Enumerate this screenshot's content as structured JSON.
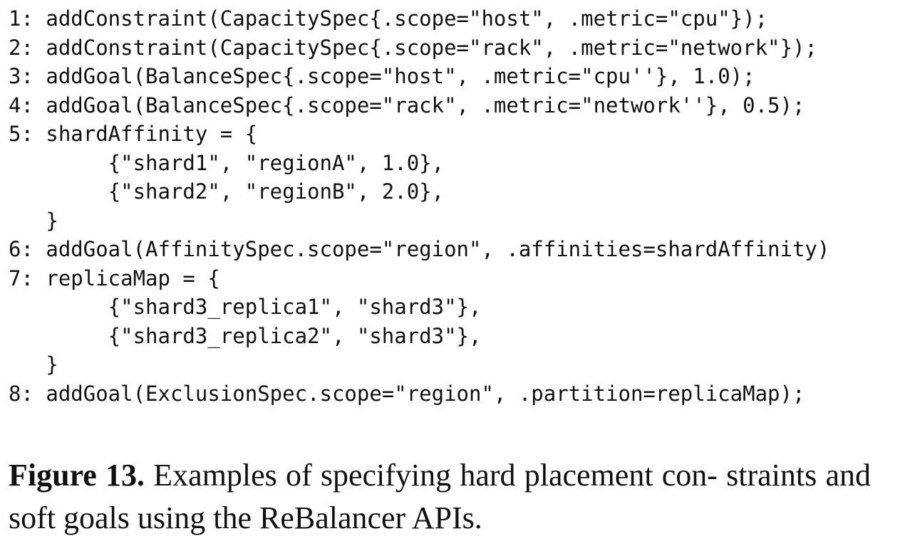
{
  "code_lines": [
    "1: addConstraint(CapacitySpec{.scope=\"host\", .metric=\"cpu\"});",
    "2: addConstraint(CapacitySpec{.scope=\"rack\", .metric=\"network\"});",
    "3: addGoal(BalanceSpec{.scope=\"host\", .metric=\"cpu''}, 1.0);",
    "4: addGoal(BalanceSpec{.scope=\"rack\", .metric=\"network''}, 0.5);",
    "5: shardAffinity = {",
    "        {\"shard1\", \"regionA\", 1.0},",
    "        {\"shard2\", \"regionB\", 2.0},",
    "   }",
    "6: addGoal(AffinitySpec.scope=\"region\", .affinities=shardAffinity)",
    "7: replicaMap = {",
    "        {\"shard3_replica1\", \"shard3\"},",
    "        {\"shard3_replica2\", \"shard3\"},",
    "   }",
    "8: addGoal(ExclusionSpec.scope=\"region\", .partition=replicaMap);"
  ],
  "caption": {
    "label": "Figure 13.",
    "text_line1": "Examples of specifying hard placement con-",
    "text_line2": "straints and soft goals using the ReBalancer APIs."
  }
}
